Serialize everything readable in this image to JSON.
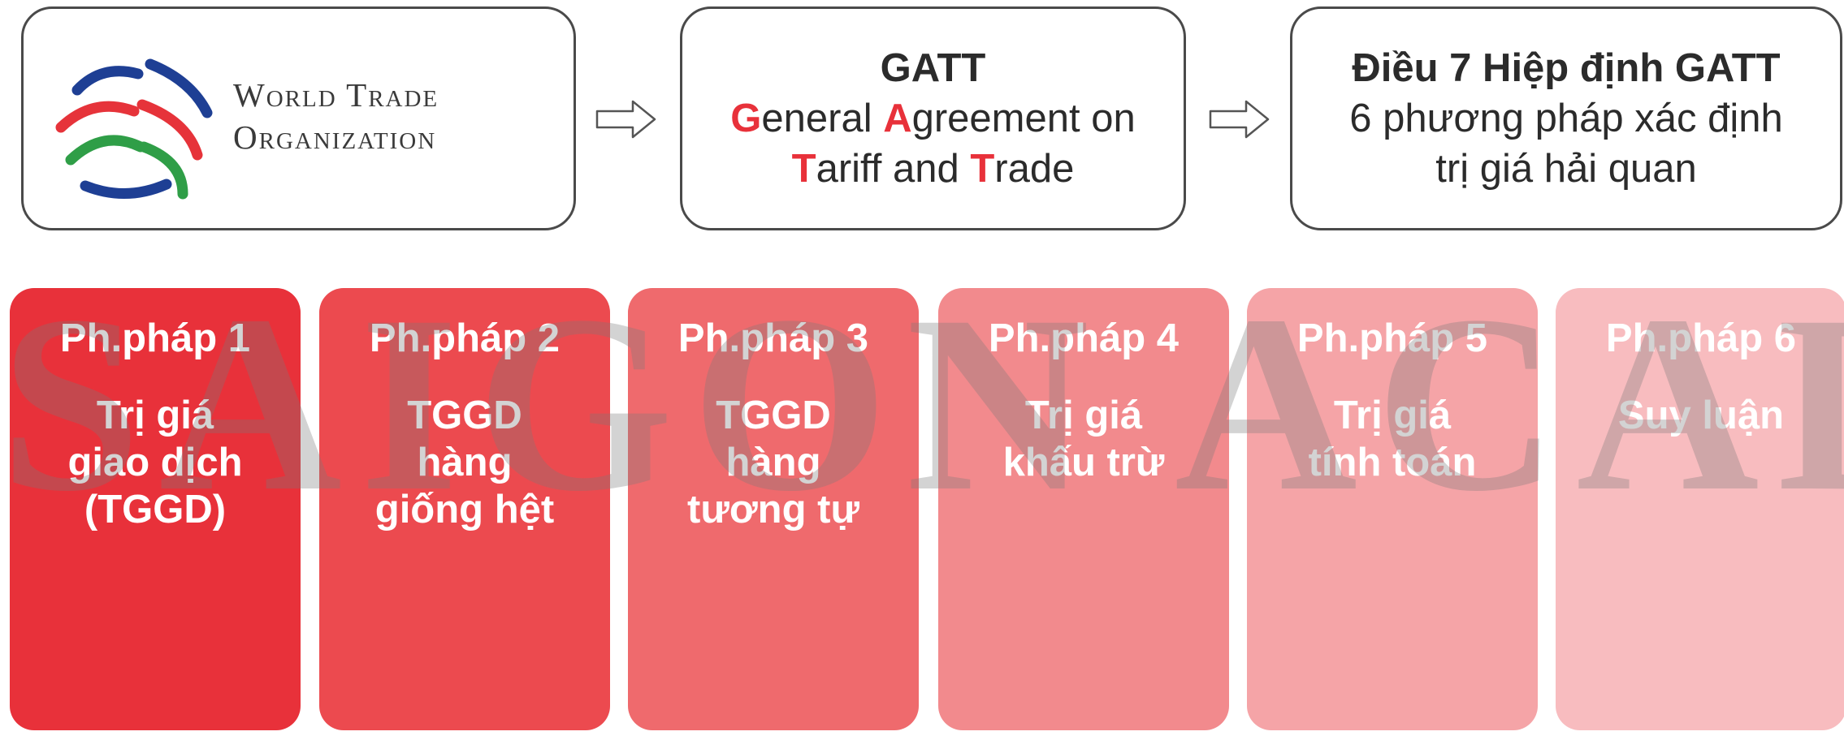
{
  "wto": {
    "name_line1": "World Trade",
    "name_line2": "Organization",
    "logo_colors": [
      "#1e3f94",
      "#e6333a",
      "#2f9e47"
    ]
  },
  "gatt": {
    "title": "GATT",
    "line1": [
      {
        "t": "G",
        "accent": true
      },
      {
        "t": "eneral ",
        "accent": false
      },
      {
        "t": "A",
        "accent": true
      },
      {
        "t": "greement on",
        "accent": false
      }
    ],
    "line2": [
      {
        "t": "T",
        "accent": true
      },
      {
        "t": "ariff and ",
        "accent": false
      },
      {
        "t": "T",
        "accent": true
      },
      {
        "t": "rade",
        "accent": false
      }
    ],
    "accent_color": "#e8313a"
  },
  "article7": {
    "title": "Điều 7 Hiệp định GATT",
    "line1": "6 phương pháp xác định",
    "line2": "trị giá hải quan"
  },
  "watermark": "SAIGON ACADEMY",
  "methods": [
    {
      "title": "Ph.pháp 1",
      "lines": [
        "Trị giá",
        "giao dịch",
        "(TGGD)"
      ],
      "color": "#e8313a"
    },
    {
      "title": "Ph.pháp 2",
      "lines": [
        "TGGD",
        "hàng",
        "giống hệt"
      ],
      "color": "#ec4a4f"
    },
    {
      "title": "Ph.pháp 3",
      "lines": [
        "TGGD",
        "hàng",
        "tương tự"
      ],
      "color": "#ef6a6d"
    },
    {
      "title": "Ph.pháp 4",
      "lines": [
        "Trị giá",
        "khấu trừ"
      ],
      "color": "#f28a8d"
    },
    {
      "title": "Ph.pháp 5",
      "lines": [
        "Trị giá",
        "tính toán"
      ],
      "color": "#f5a4a7"
    },
    {
      "title": "Ph.pháp 6",
      "lines": [
        "Suy luận"
      ],
      "color": "#f8bcbf"
    }
  ]
}
